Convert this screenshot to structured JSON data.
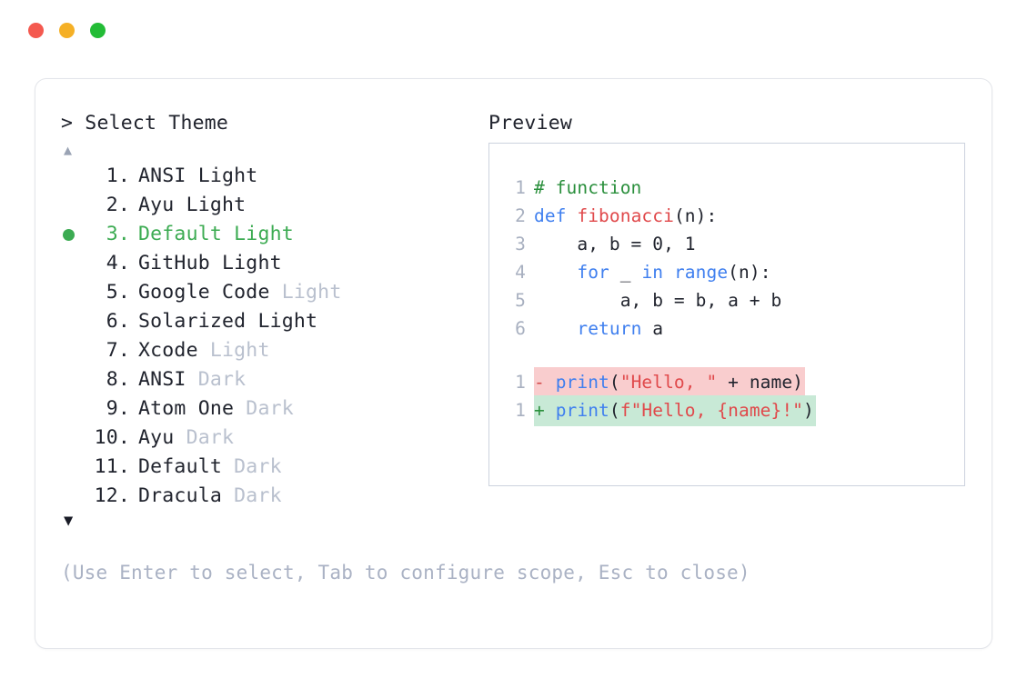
{
  "window": {
    "controls": [
      {
        "name": "close-button",
        "color": "#f4594f"
      },
      {
        "name": "minimize-button",
        "color": "#f5b026"
      },
      {
        "name": "maximize-button",
        "color": "#23bc36"
      }
    ]
  },
  "prompt": {
    "marker": "> ",
    "title": "Select Theme"
  },
  "scroll": {
    "up_glyph": "▲",
    "down_glyph": "▼"
  },
  "preview": {
    "title": "Preview"
  },
  "themes": [
    {
      "index": " 1.",
      "name": "ANSI",
      "variant": "Light",
      "variant_muted": false,
      "selected": false
    },
    {
      "index": " 2.",
      "name": "Ayu",
      "variant": "Light",
      "variant_muted": false,
      "selected": false
    },
    {
      "index": " 3.",
      "name": "Default",
      "variant": "Light",
      "variant_muted": false,
      "selected": true
    },
    {
      "index": " 4.",
      "name": "GitHub",
      "variant": "Light",
      "variant_muted": false,
      "selected": false
    },
    {
      "index": " 5.",
      "name": "Google Code",
      "variant": "Light",
      "variant_muted": true,
      "selected": false
    },
    {
      "index": " 6.",
      "name": "Solarized",
      "variant": "Light",
      "variant_muted": false,
      "selected": false
    },
    {
      "index": " 7.",
      "name": "Xcode",
      "variant": "Light",
      "variant_muted": true,
      "selected": false
    },
    {
      "index": " 8.",
      "name": "ANSI",
      "variant": "Dark",
      "variant_muted": true,
      "selected": false
    },
    {
      "index": " 9.",
      "name": "Atom One",
      "variant": "Dark",
      "variant_muted": true,
      "selected": false
    },
    {
      "index": "10.",
      "name": "Ayu",
      "variant": "Dark",
      "variant_muted": true,
      "selected": false
    },
    {
      "index": "11.",
      "name": "Default",
      "variant": "Dark",
      "variant_muted": true,
      "selected": false
    },
    {
      "index": "12.",
      "name": "Dracula",
      "variant": "Dark",
      "variant_muted": true,
      "selected": false
    }
  ],
  "code": {
    "lines": [
      {
        "ln": "1",
        "tokens": [
          {
            "t": "# function",
            "c": "tok-com"
          }
        ]
      },
      {
        "ln": "2",
        "tokens": [
          {
            "t": "def ",
            "c": "tok-kw"
          },
          {
            "t": "fibonacci",
            "c": "tok-fn"
          },
          {
            "t": "(n):",
            "c": "tok-pl"
          }
        ]
      },
      {
        "ln": "3",
        "tokens": [
          {
            "t": "    a, b = ",
            "c": "tok-pl"
          },
          {
            "t": "0",
            "c": "tok-num"
          },
          {
            "t": ", ",
            "c": "tok-pl"
          },
          {
            "t": "1",
            "c": "tok-num"
          }
        ]
      },
      {
        "ln": "4",
        "tokens": [
          {
            "t": "    ",
            "c": "tok-pl"
          },
          {
            "t": "for",
            "c": "tok-kw"
          },
          {
            "t": " _ ",
            "c": "tok-pl"
          },
          {
            "t": "in",
            "c": "tok-kw"
          },
          {
            "t": " ",
            "c": "tok-pl"
          },
          {
            "t": "range",
            "c": "tok-kw"
          },
          {
            "t": "(n):",
            "c": "tok-pl"
          }
        ]
      },
      {
        "ln": "5",
        "tokens": [
          {
            "t": "        a, b = b, a + b",
            "c": "tok-pl"
          }
        ]
      },
      {
        "ln": "6",
        "tokens": [
          {
            "t": "    ",
            "c": "tok-pl"
          },
          {
            "t": "return",
            "c": "tok-kw"
          },
          {
            "t": " a",
            "c": "tok-pl"
          }
        ]
      }
    ],
    "diff": [
      {
        "ln": "1",
        "kind": "minus",
        "sign": "- ",
        "tokens": [
          {
            "t": "print",
            "c": "tok-kw"
          },
          {
            "t": "(",
            "c": "tok-pl"
          },
          {
            "t": "\"Hello, \"",
            "c": "tok-str"
          },
          {
            "t": " + name)",
            "c": "tok-pl"
          }
        ]
      },
      {
        "ln": "1",
        "kind": "plus",
        "sign": "+ ",
        "tokens": [
          {
            "t": "print",
            "c": "tok-kw"
          },
          {
            "t": "(",
            "c": "tok-pl"
          },
          {
            "t": "f\"Hello, {name}!\"",
            "c": "tok-str"
          },
          {
            "t": ")",
            "c": "tok-pl"
          }
        ]
      }
    ]
  },
  "hint": "(Use Enter to select, Tab to configure scope, Esc to close)"
}
